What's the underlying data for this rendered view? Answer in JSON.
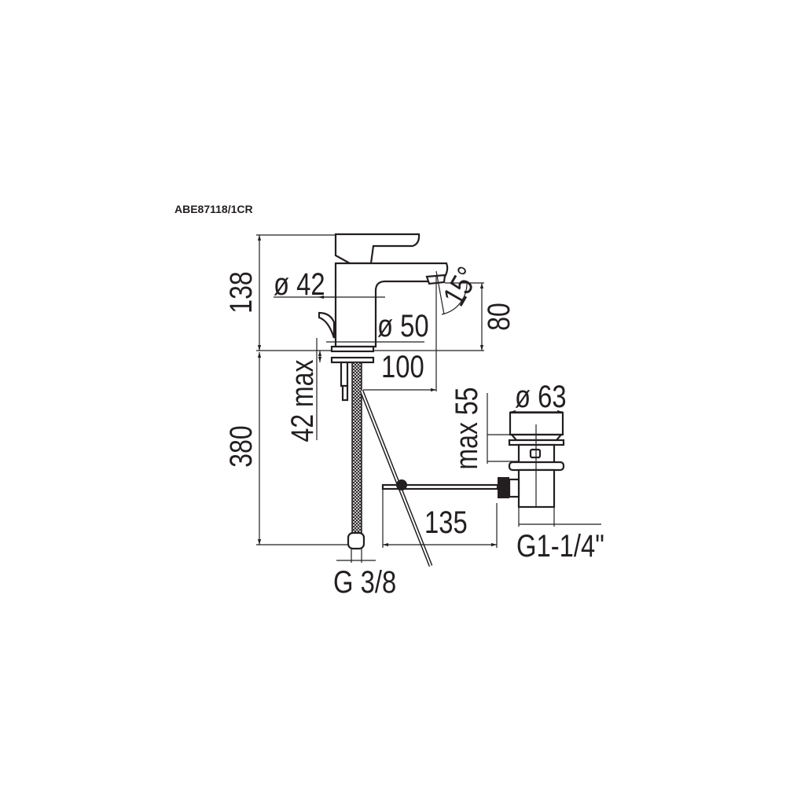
{
  "title": "ABE87118/1CR",
  "dimensions": {
    "height_total": "138",
    "diameter_body": "ø 42",
    "diameter_base": "ø 50",
    "spout_height": "80",
    "spout_angle": "15°",
    "spout_reach": "100",
    "deck_thickness": "42 max",
    "hose_length": "380",
    "hose_thread": "G 3/8",
    "drain_diameter": "ø 63",
    "drain_max": "max 55",
    "rod_length": "135",
    "drain_thread": "G1-1/4\""
  }
}
